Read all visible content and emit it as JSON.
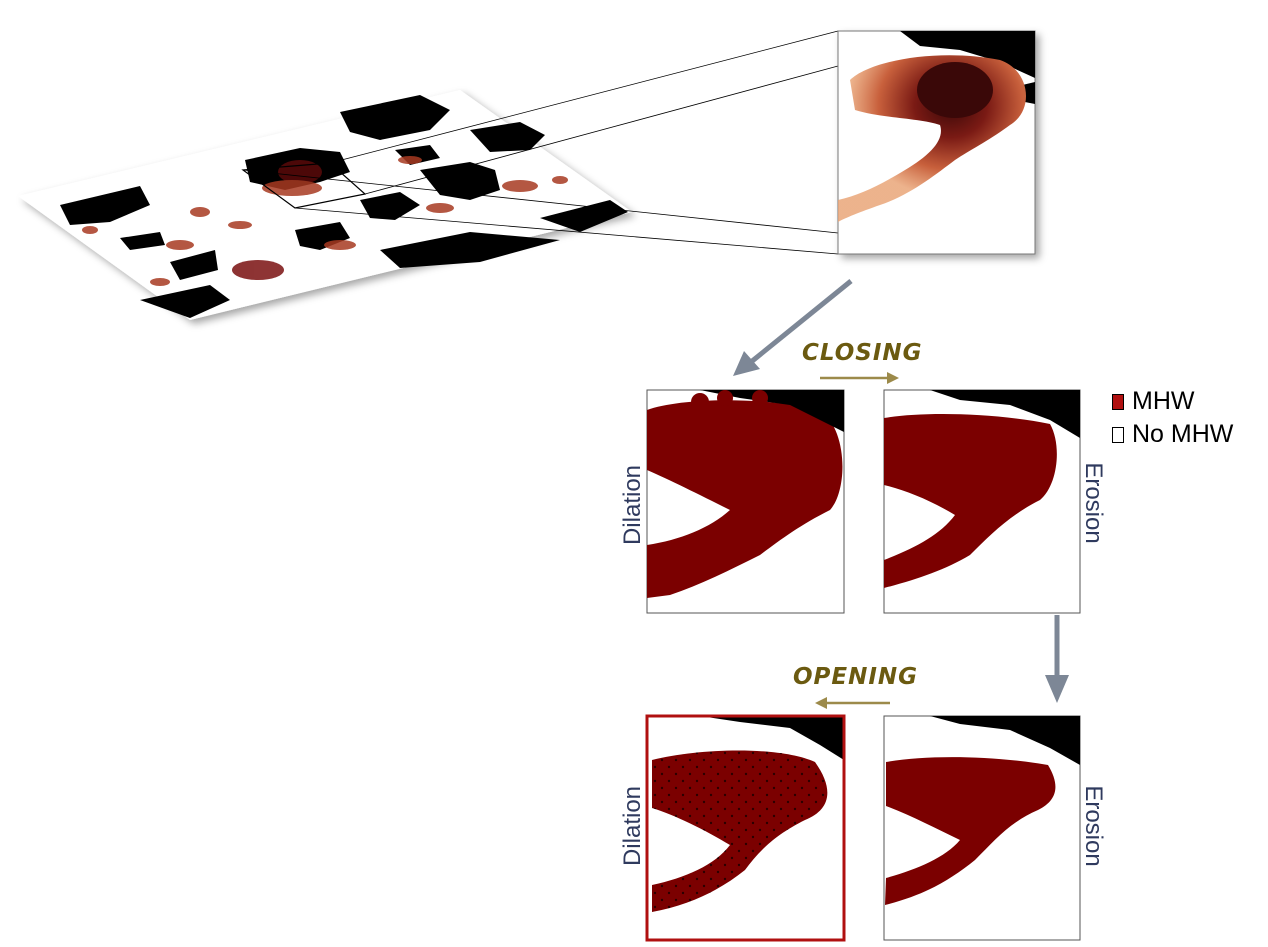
{
  "steps": {
    "closing": "CLOSING",
    "opening": "OPENING"
  },
  "panels": {
    "closing_dilation": "Dilation",
    "closing_erosion": "Erosion",
    "opening_erosion": "Erosion",
    "opening_dilation": "Dilation"
  },
  "legend": {
    "mhw_label": "MHW",
    "no_mhw_label": "No MHW",
    "mhw_color": "#7b0000",
    "no_mhw_color": "#ffffff"
  },
  "colors": {
    "step_text": "#6b5a10",
    "step_arrow": "#9c8a4a",
    "flow_arrow": "#7d8796",
    "panel_label": "#2f3a5e",
    "highlight_border": "#b01010",
    "land": "#000000"
  }
}
